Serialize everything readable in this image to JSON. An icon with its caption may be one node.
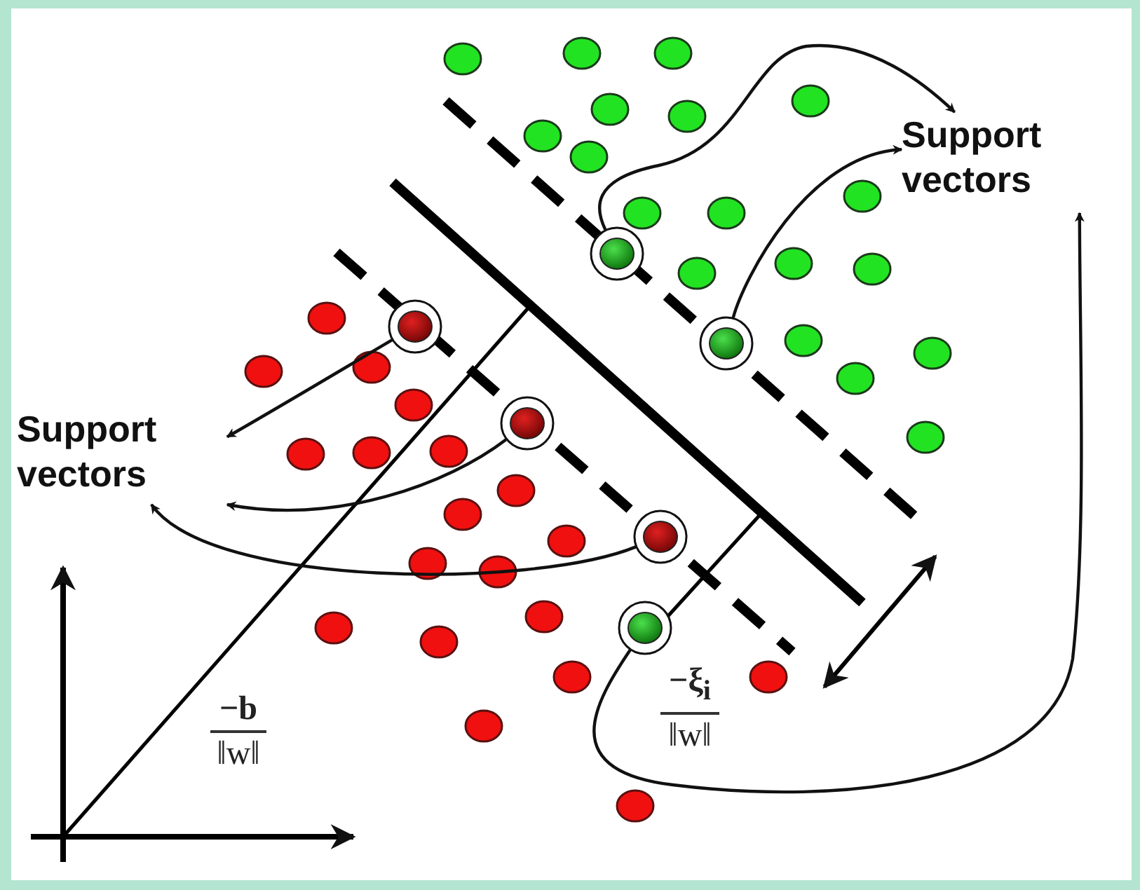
{
  "diagram": {
    "nodes": [
      {
        "text": [
          "Support vectors"
        ]
      },
      {
        "text": [
          "Support vectors"
        ]
      },
      {
        "text": [],
        "shape": "circle"
      },
      {
        "text": [],
        "shape": "circle"
      },
      {
        "text": [],
        "shape": "circle"
      },
      {
        "text": [],
        "shape": "circle"
      },
      {
        "text": [],
        "shape": "circle"
      },
      {
        "text": [],
        "shape": "circle"
      }
    ],
    "edges": [
      {
        "from": 2,
        "to": 0,
        "arrow": "to"
      },
      {
        "from": 4,
        "to": 0,
        "arrow": "to"
      },
      {
        "from": 7,
        "to": 0,
        "arrow": "to"
      },
      {
        "from": 3,
        "to": 1,
        "arrow": "to"
      },
      {
        "from": 5,
        "to": 1,
        "arrow": "to"
      },
      {
        "from": 6,
        "to": 1,
        "arrow": "to"
      }
    ],
    "labels": [
      "−b",
      "‖w‖",
      "−ξ$_{i}$",
      "‖w‖"
    ]
  }
}
